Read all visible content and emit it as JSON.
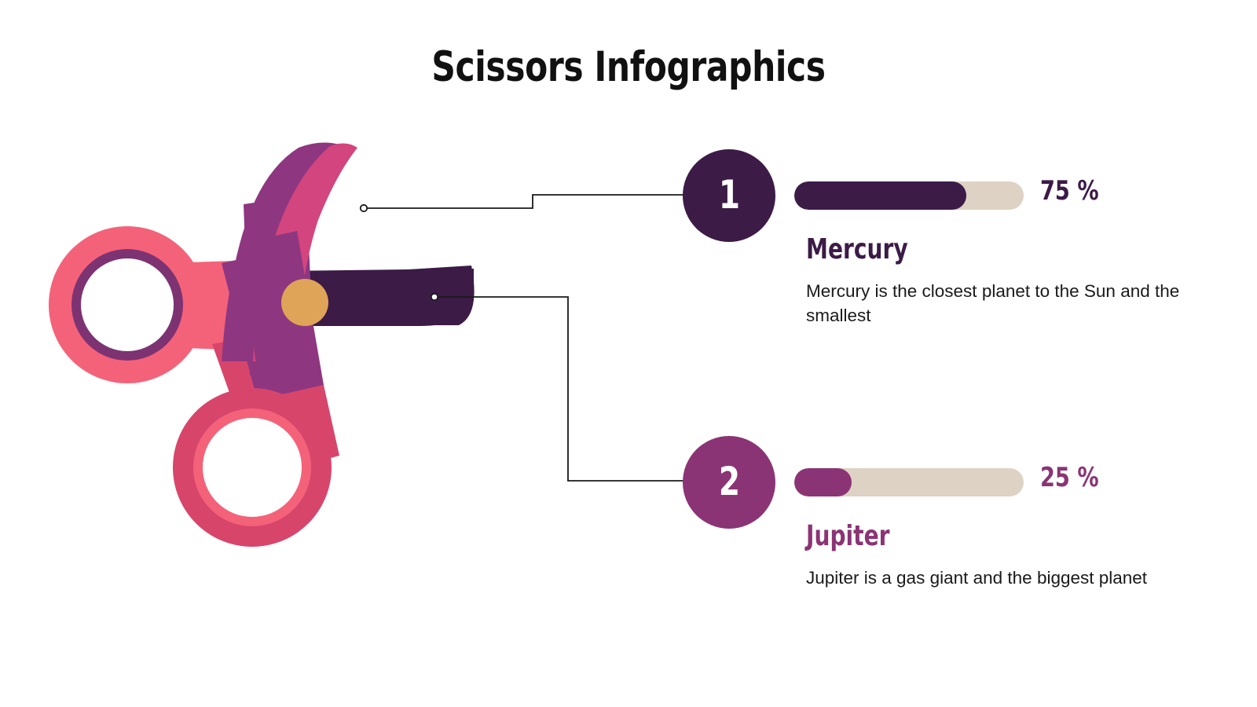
{
  "page": {
    "title": "Scissors Infographics",
    "background": "#ffffff"
  },
  "illustration": {
    "name": "scissors-illustration",
    "colors": {
      "salmon": "#f4627a",
      "rose": "#d8456b",
      "magenta": "#8e3780",
      "pink_blade": "#d2457e",
      "dark_purple": "#3c1b47",
      "ring_inner_purple": "#7d3372",
      "pivot_gold": "#dfa457",
      "blade_edge": "#15070d"
    }
  },
  "connectors": {
    "line_color": "#1a1a1a",
    "line1": {
      "name": "callout-line-mercury",
      "dot": [
        463,
        265
      ]
    },
    "line2": {
      "name": "callout-line-jupiter",
      "dot": [
        553,
        378
      ]
    }
  },
  "items": [
    {
      "number": "1",
      "percent": "75 %",
      "percent_value": 75,
      "title": "Mercury",
      "description": "Mercury is the closest planet to the Sun and the smallest",
      "badge_color": "#3c1b47",
      "bar_fill_color": "#3c1b47",
      "bar_track_color": "#ded2c4",
      "title_color": "#3c1b47",
      "percent_color": "#3c1b47"
    },
    {
      "number": "2",
      "percent": "25 %",
      "percent_value": 25,
      "title": "Jupiter",
      "description": "Jupiter is a gas giant and the biggest planet",
      "badge_color": "#8b3475",
      "bar_fill_color": "#8b3475",
      "bar_track_color": "#ded2c4",
      "title_color": "#8b3475",
      "percent_color": "#8b3475"
    }
  ],
  "chart_data": {
    "type": "bar",
    "title": "Scissors Infographics",
    "categories": [
      "Mercury",
      "Jupiter"
    ],
    "values": [
      75,
      25
    ],
    "value_labels": [
      "75 %",
      "25 %"
    ],
    "xlabel": "",
    "ylabel": "",
    "ylim": [
      0,
      100
    ],
    "grid": false,
    "legend": "none",
    "annotations": [
      "Mercury is the closest planet to the Sun and the smallest",
      "Jupiter is a gas giant and the biggest planet"
    ]
  }
}
